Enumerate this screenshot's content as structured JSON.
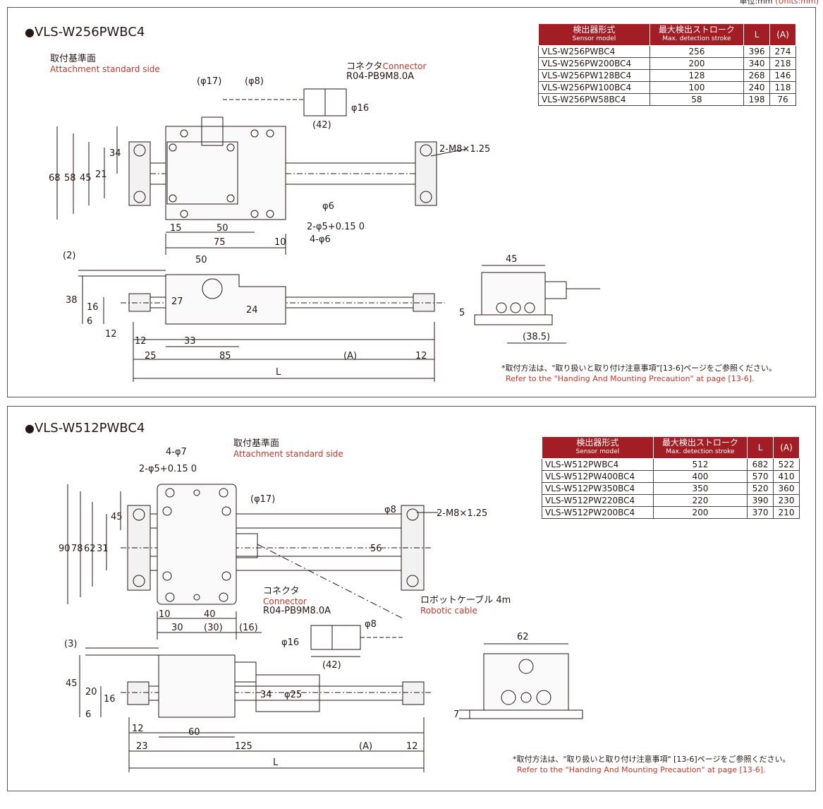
{
  "units": {
    "ja": "単位:mm",
    "en": "(Units:mm)"
  },
  "panels": [
    {
      "title": "VLS-W256PWBC4",
      "table": {
        "headers": [
          {
            "ja": "検出器形式",
            "en": "Sensor model"
          },
          {
            "ja": "最大検出ストローク",
            "en": "Max. detection stroke"
          },
          {
            "ja": "L",
            "en": ""
          },
          {
            "ja": "(A)",
            "en": ""
          }
        ],
        "rows": [
          [
            "VLS-W256PWBC4",
            "256",
            "396",
            "274"
          ],
          [
            "VLS-W256PW200BC4",
            "200",
            "340",
            "218"
          ],
          [
            "VLS-W256PW128BC4",
            "128",
            "268",
            "146"
          ],
          [
            "VLS-W256PW100BC4",
            "100",
            "240",
            "118"
          ],
          [
            "VLS-W256PW58BC4",
            "58",
            "198",
            "76"
          ]
        ]
      },
      "attach": {
        "ja": "取付基準面",
        "en": "Attachment standard side"
      },
      "connector": {
        "ja": "コネクタ",
        "en": "Connector",
        "model": "R04-PB9M8.0A"
      },
      "dims": [
        "(φ17)",
        "(φ8)",
        "φ16",
        "(42)",
        "2-M8×1.25",
        "68",
        "58",
        "45",
        "34",
        "21",
        "φ6",
        "2-φ5+0.15 0",
        "4-φ6",
        "15",
        "50",
        "75",
        "10",
        "(2)",
        "50",
        "38",
        "16",
        "6",
        "12",
        "27",
        "24",
        "12",
        "33",
        "25",
        "85",
        "(A)",
        "12",
        "L",
        "45",
        "5",
        "(38.5)"
      ],
      "note": {
        "ja": "*取付方法は、\"取り扱いと取り付け注意事項\"[13-6]ページをご参照ください。",
        "en": "Refer to the \"Handing And Mounting Precaution\" at page [13-6]."
      }
    },
    {
      "title": "VLS-W512PWBC4",
      "table": {
        "headers": [
          {
            "ja": "検出器形式",
            "en": "Sensor model"
          },
          {
            "ja": "最大検出ストローク",
            "en": "Max. detection stroke"
          },
          {
            "ja": "L",
            "en": ""
          },
          {
            "ja": "(A)",
            "en": ""
          }
        ],
        "rows": [
          [
            "VLS-W512PWBC4",
            "512",
            "682",
            "522"
          ],
          [
            "VLS-W512PW400BC4",
            "400",
            "570",
            "410"
          ],
          [
            "VLS-W512PW350BC4",
            "350",
            "520",
            "360"
          ],
          [
            "VLS-W512PW220BC4",
            "220",
            "390",
            "230"
          ],
          [
            "VLS-W512PW200BC4",
            "200",
            "370",
            "210"
          ]
        ]
      },
      "attach": {
        "ja": "取付基準面",
        "en": "Attachment standard side"
      },
      "connector": {
        "ja": "コネクタ",
        "en": "Connector",
        "model": "R04-PB9M8.0A"
      },
      "cable": {
        "ja": "ロボットケーブル 4m",
        "en": "Robotic cable"
      },
      "dims": [
        "4-φ7",
        "2-φ5+0.15 0",
        "(φ17)",
        "φ8",
        "2-M8×1.25",
        "90",
        "78",
        "62",
        "45",
        "31",
        "56",
        "10",
        "40",
        "30",
        "(30)",
        "(16)",
        "φ16",
        "φ8",
        "(42)",
        "(3)",
        "45",
        "20",
        "16",
        "6",
        "34",
        "φ25",
        "12",
        "60",
        "23",
        "125",
        "(A)",
        "12",
        "L",
        "62",
        "7"
      ],
      "note": {
        "ja": "*取付方法は、\"取り扱いと取り付け注意事項\" [13-6]ページをご参照ください。",
        "en": "Refer to the \"Handing And Mounting Precaution\" at page [13-6]."
      }
    }
  ]
}
